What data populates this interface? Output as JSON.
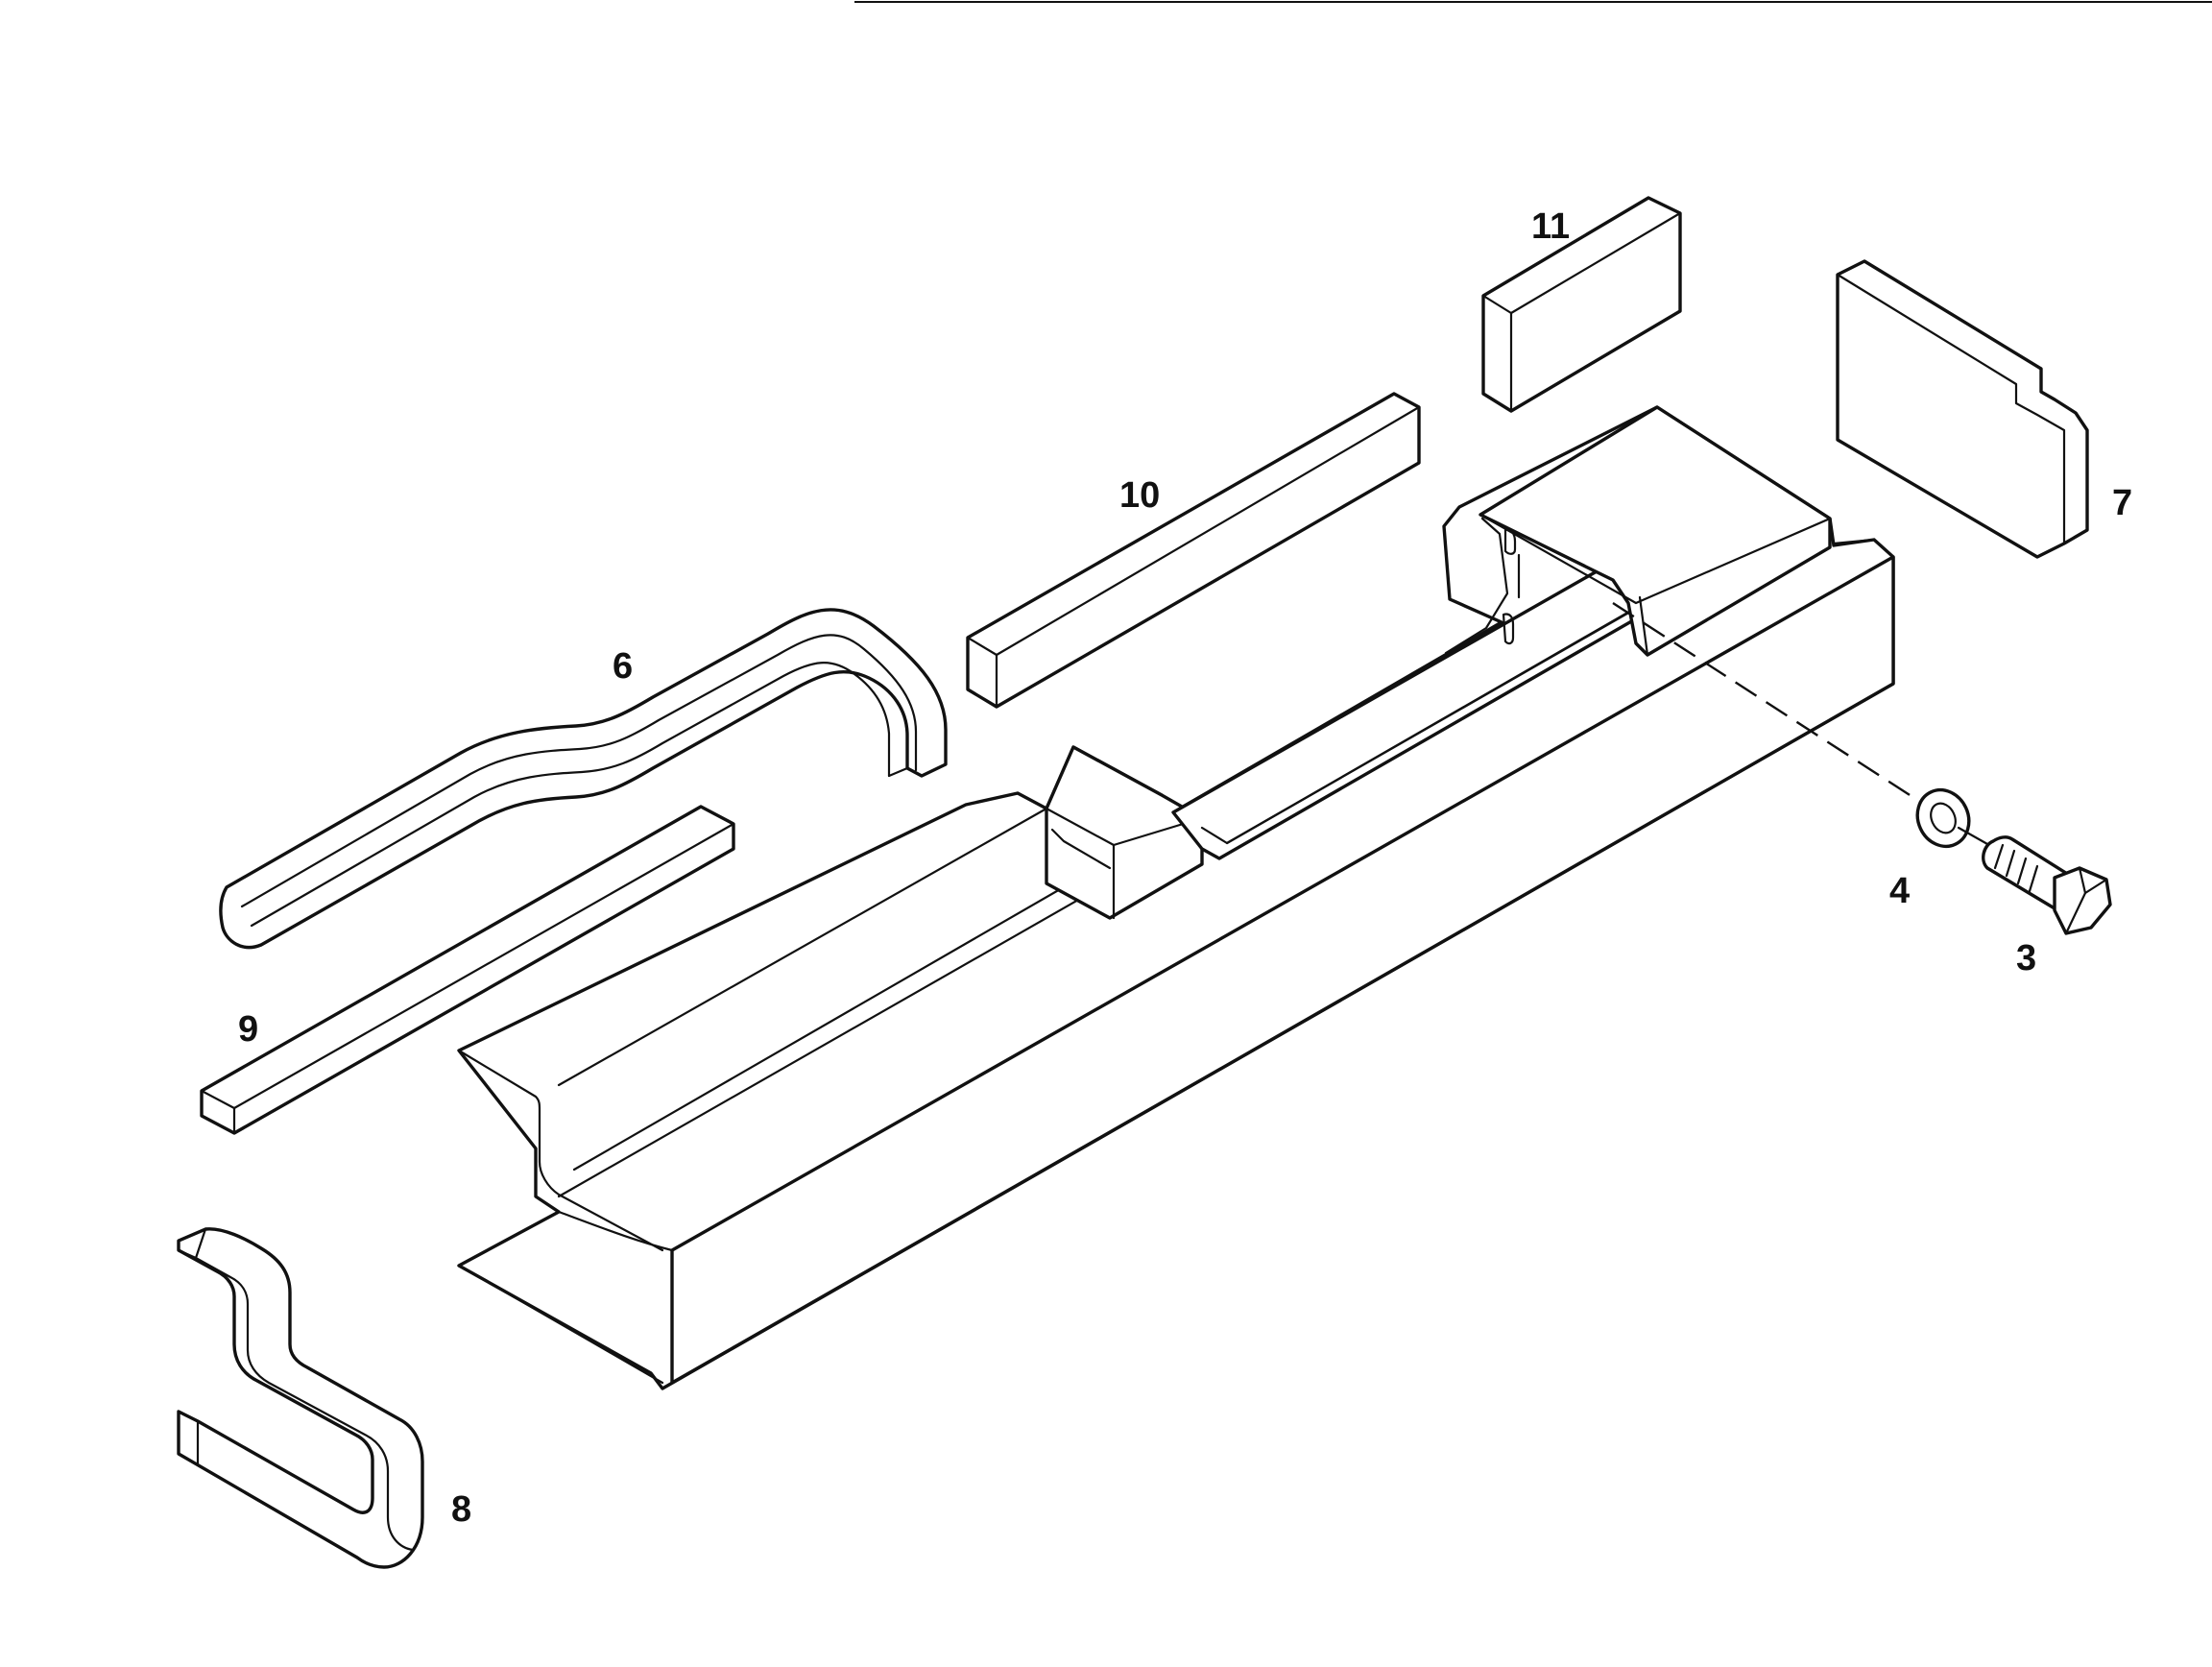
{
  "diagram": {
    "callouts": {
      "c3": "3",
      "c4": "4",
      "c6": "6",
      "c7": "7",
      "c8": "8",
      "c9": "9",
      "c10": "10",
      "c11": "11"
    },
    "parts": [
      {
        "id": "3",
        "name": "hex bolt"
      },
      {
        "id": "4",
        "name": "washer"
      },
      {
        "id": "6",
        "name": "u-shaped strip"
      },
      {
        "id": "7",
        "name": "end block"
      },
      {
        "id": "8",
        "name": "s-shaped strip"
      },
      {
        "id": "9",
        "name": "square bar"
      },
      {
        "id": "10",
        "name": "long bar"
      },
      {
        "id": "11",
        "name": "small block"
      }
    ]
  }
}
